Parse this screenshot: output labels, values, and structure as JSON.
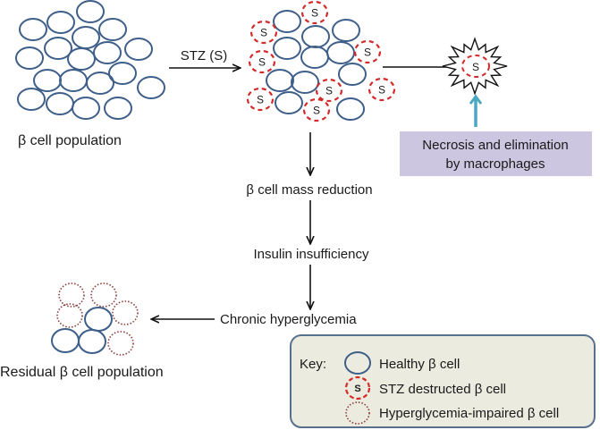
{
  "labels": {
    "population": "β cell population",
    "stz": "STZ (S)",
    "necrosis_line1": "Necrosis and elimination",
    "necrosis_line2": "by macrophages",
    "mass_reduction": "β cell mass reduction",
    "insulin": "Insulin insufficiency",
    "hyperglycemia": "Chronic hyperglycemia",
    "residual": "Residual β cell population",
    "cell_marker": "S"
  },
  "key": {
    "title": "Key:",
    "items": [
      {
        "label": "Healthy β cell",
        "type": "healthy"
      },
      {
        "label": "STZ destructed β cell",
        "type": "stz"
      },
      {
        "label": "Hyperglycemia-impaired β cell",
        "type": "impaired"
      }
    ]
  },
  "colors": {
    "healthy": "#3e5f8a",
    "stz": "#d42a2a",
    "impaired": "#8b3a3a",
    "arrow": "#111111",
    "macrophage_arrow": "#4aa8c0",
    "necrosis_box": "#cdc6e0",
    "key_box_fill": "#ecebe0",
    "key_box_stroke": "#56708e"
  }
}
